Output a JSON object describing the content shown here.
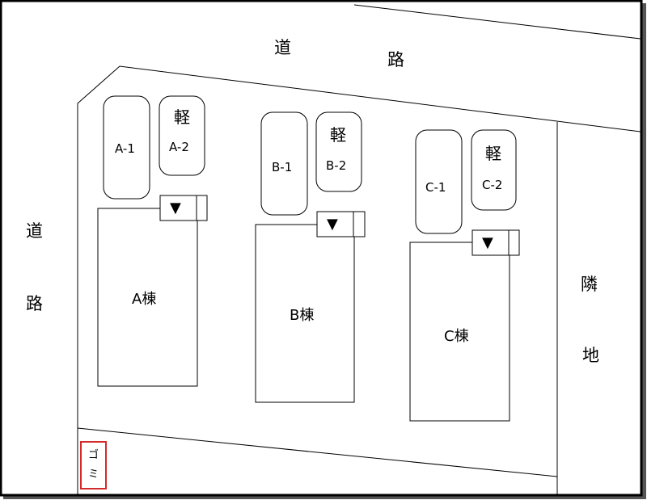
{
  "roads": {
    "top": [
      "道",
      "路"
    ],
    "left": [
      "道",
      "路"
    ]
  },
  "neighbor": [
    "隣",
    "地"
  ],
  "parking": {
    "a1": "A-1",
    "a2": "A-2",
    "b1": "B-1",
    "b2": "B-2",
    "c1": "C-1",
    "c2": "C-2",
    "kei": "軽"
  },
  "buildings": {
    "a": "A棟",
    "b": "B棟",
    "c": "C棟"
  },
  "entrance_marker": "▼",
  "garbage": [
    "ゴ",
    "ミ"
  ],
  "colors": {
    "line": "#000000",
    "garbage_border": "#d42a2a",
    "background": "#ffffff"
  }
}
